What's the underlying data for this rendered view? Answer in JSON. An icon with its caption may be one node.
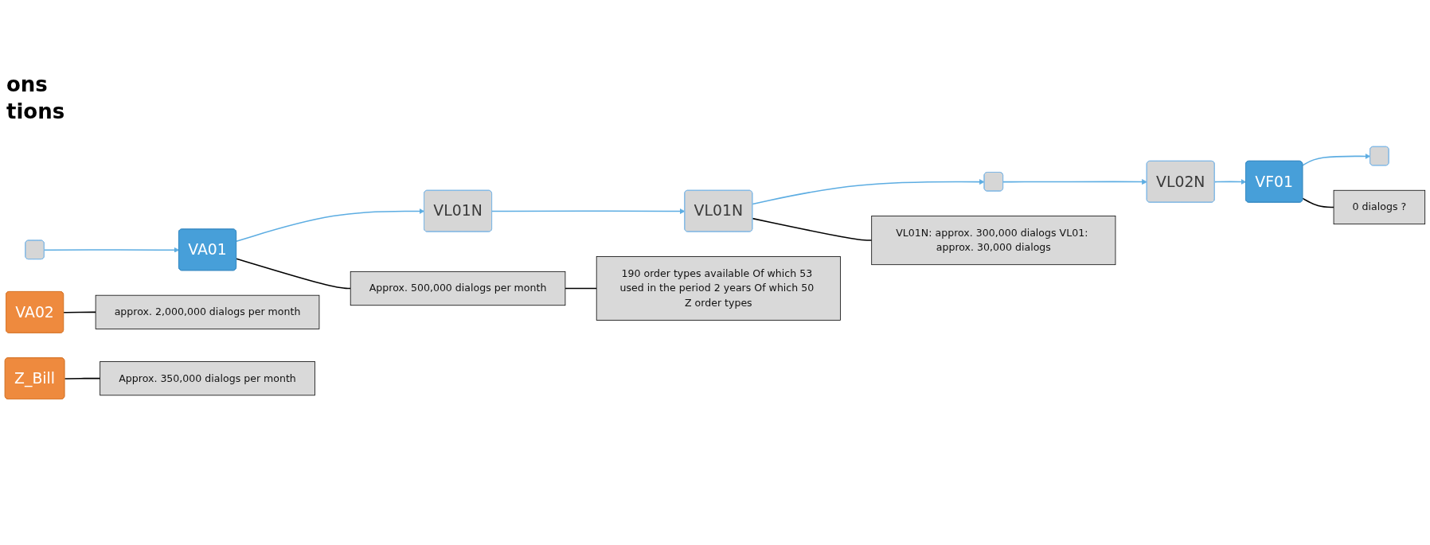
{
  "diagram": {
    "nodes": [
      {
        "text": [],
        "shape": "box"
      },
      {
        "text": [
          "VA01"
        ]
      },
      {
        "text": [
          "VL01N"
        ]
      },
      {
        "text": [
          "VL01N"
        ]
      },
      {
        "text": [],
        "shape": "box"
      },
      {
        "text": [
          "VL02N"
        ]
      },
      {
        "text": [
          "VF01"
        ]
      },
      {
        "text": [],
        "shape": "box"
      },
      {
        "text": [
          "Approx. 500,000 dialogs per month"
        ]
      },
      {
        "text": [
          "VL01N: approx. 300,000 dialogs VL01: approx. 30,000 dialogs"
        ]
      },
      {
        "text": [
          "0 dialogs ?"
        ]
      },
      {
        "text": [
          "VA02"
        ]
      },
      {
        "text": [
          "approx. 2,000,000 dialogs per month"
        ]
      },
      {
        "text": [
          "Z_Bill"
        ]
      },
      {
        "text": [
          "Approx. 350,000 dialogs per month"
        ]
      },
      {
        "text": [
          "190 order types available Of which 53 used in the period 2 years Of which 50 Z order types"
        ]
      }
    ],
    "edges": [
      {
        "from": 0,
        "to": 1,
        "arrow": "to"
      },
      {
        "from": 1,
        "to": 2,
        "arrow": "to"
      },
      {
        "from": 2,
        "to": 3,
        "arrow": "to"
      },
      {
        "from": 3,
        "to": 4,
        "arrow": "to"
      },
      {
        "from": 4,
        "to": 5,
        "arrow": "to"
      },
      {
        "from": 5,
        "to": 6,
        "arrow": "to"
      },
      {
        "from": 6,
        "to": 7,
        "arrow": "to"
      },
      {
        "from": 1,
        "to": 8,
        "arrow": "none",
        "color": "#000000"
      },
      {
        "from": 8,
        "to": 15,
        "arrow": "none",
        "color": "#000000"
      },
      {
        "from": 3,
        "to": 9,
        "arrow": "none",
        "color": "#000000"
      },
      {
        "from": 6,
        "to": 10,
        "arrow": "none",
        "color": "#000000"
      },
      {
        "from": 11,
        "to": 12,
        "arrow": "none",
        "color": "#000000"
      },
      {
        "from": 13,
        "to": 14,
        "arrow": "none",
        "color": "#000000"
      }
    ],
    "labels": [
      "ons",
      "tions"
    ]
  }
}
